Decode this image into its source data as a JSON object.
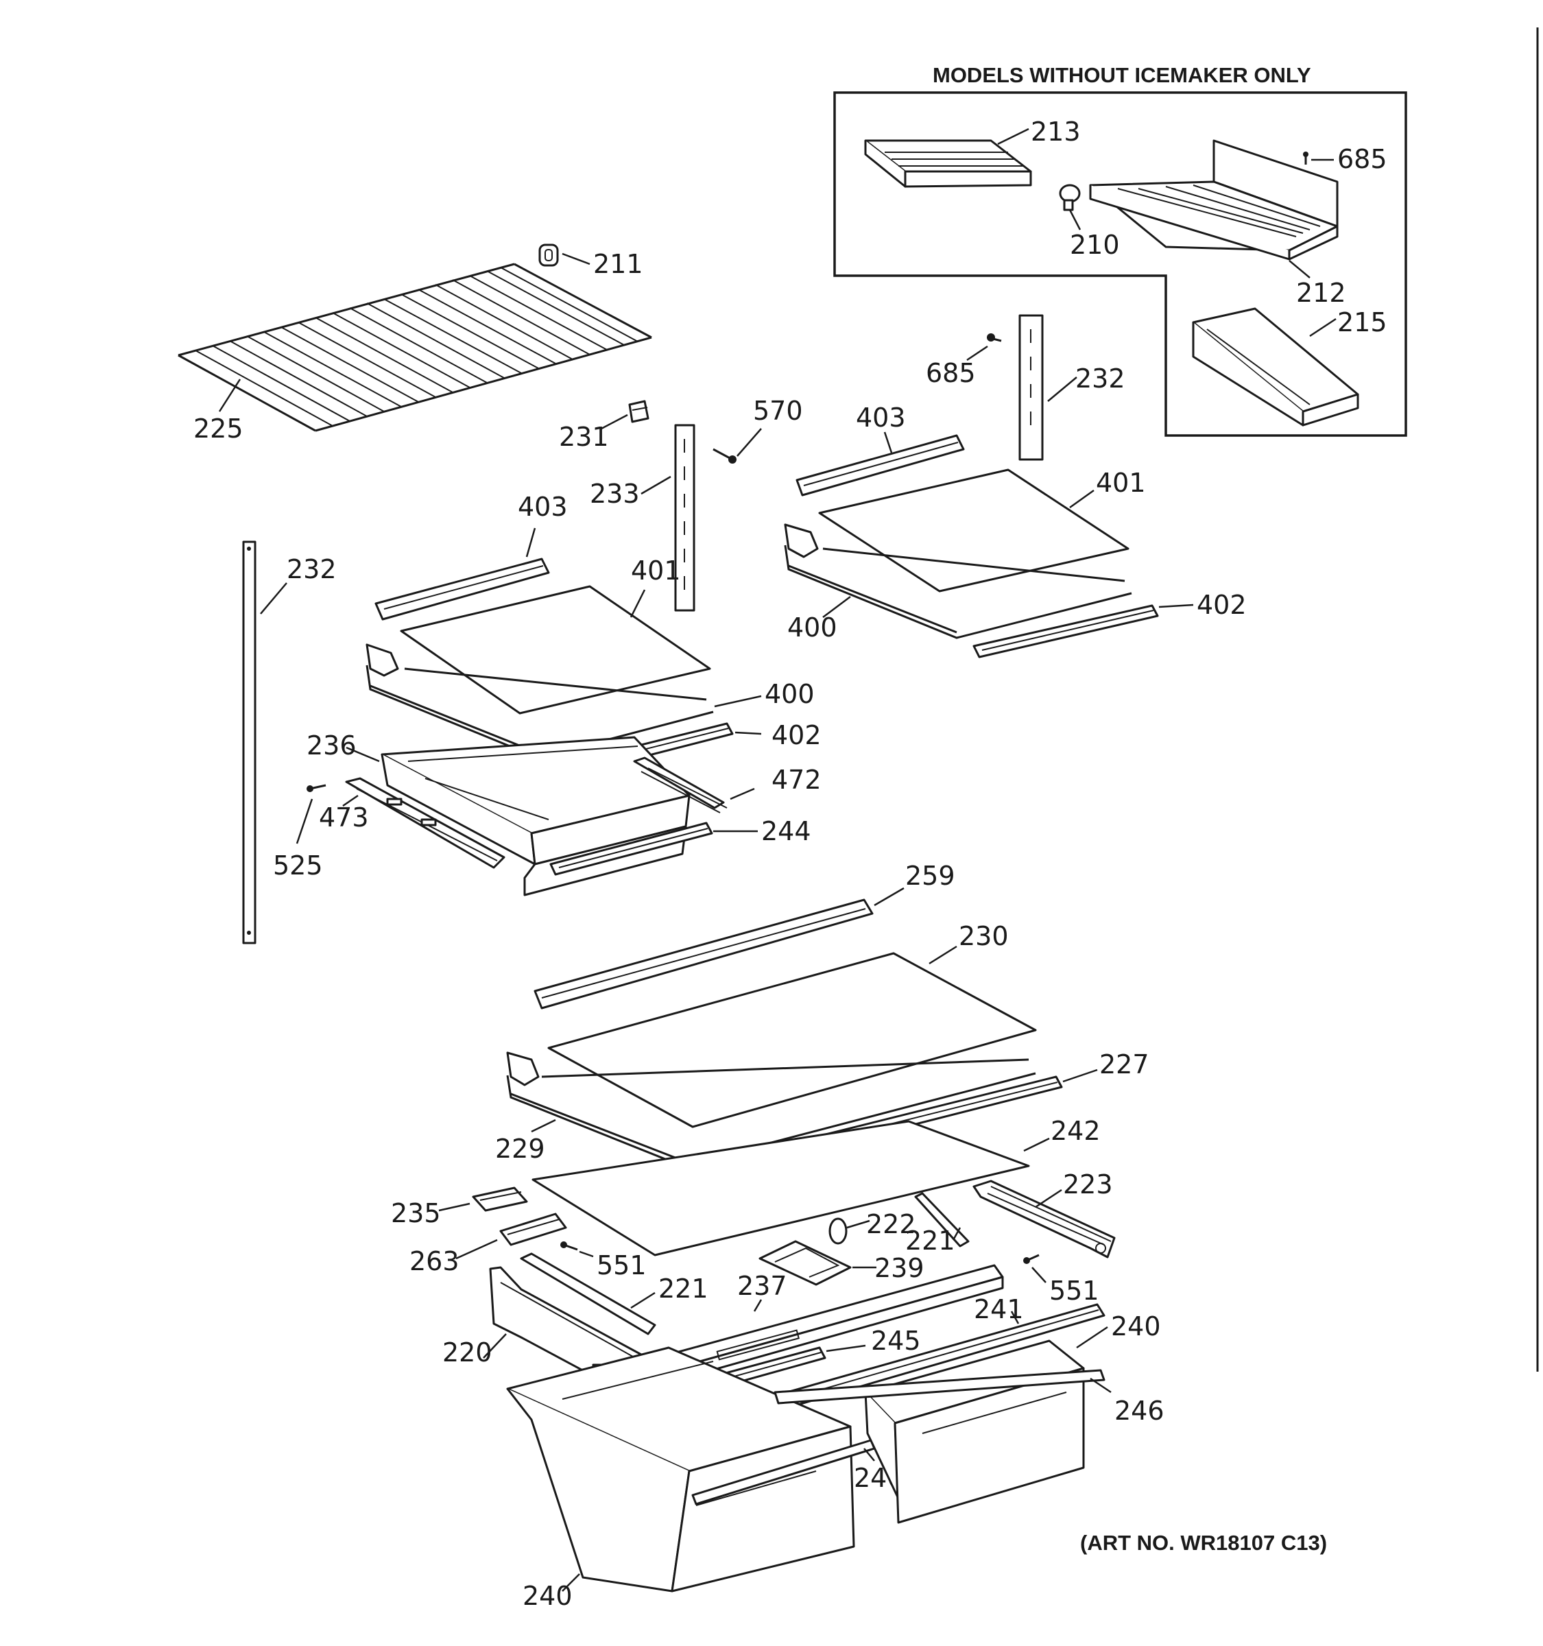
{
  "diagram": {
    "inset_title": "MODELS WITHOUT ICEMAKER ONLY",
    "art_number": "(ART NO. WR18107 C13)",
    "callouts": {
      "c213": "213",
      "c685a": "685",
      "c210": "210",
      "c212": "212",
      "c215": "215",
      "c211": "211",
      "c225": "225",
      "c685b": "685",
      "c232a": "232",
      "c570": "570",
      "c231": "231",
      "c233": "233",
      "c403a": "403",
      "c401a": "401",
      "c400a": "400",
      "c402a": "402",
      "c403b": "403",
      "c232b": "232",
      "c401b": "401",
      "c400b": "400",
      "c402b": "402",
      "c236": "236",
      "c472": "472",
      "c473": "473",
      "c525": "525",
      "c244": "244",
      "c259": "259",
      "c230": "230",
      "c227": "227",
      "c229": "229",
      "c242": "242",
      "c223": "223",
      "c235": "235",
      "c222": "222",
      "c221a": "221",
      "c263": "263",
      "c551a": "551",
      "c239": "239",
      "c551b": "551",
      "c221b": "221",
      "c237": "237",
      "c241": "241",
      "c240a": "240",
      "c220": "220",
      "c245": "245",
      "c246a": "246",
      "c246b": "246",
      "c240b": "240"
    }
  }
}
